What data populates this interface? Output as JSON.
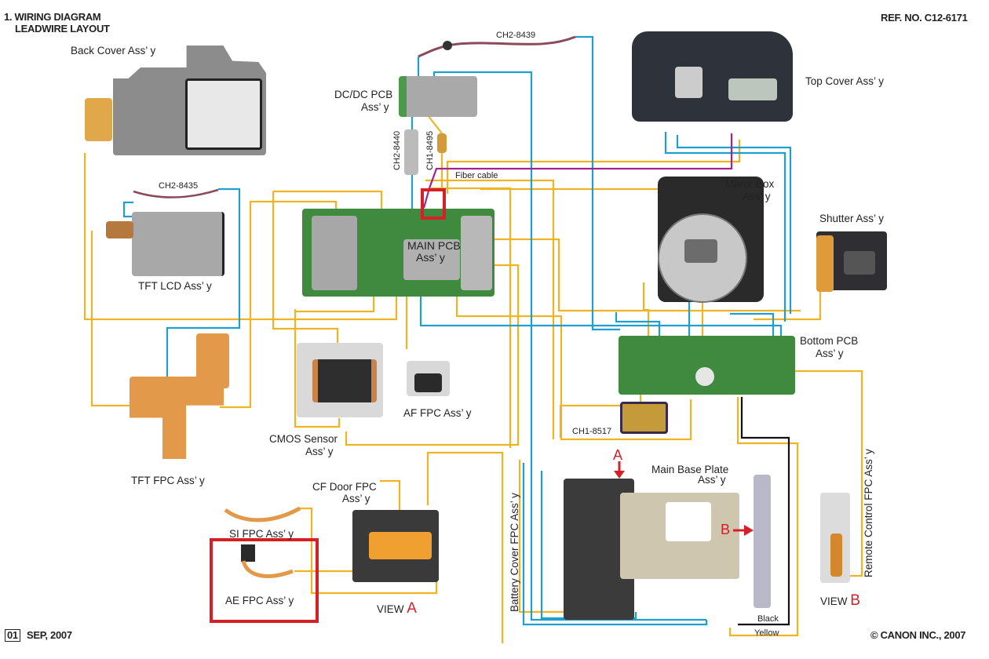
{
  "header": {
    "title_line1": "1. WIRING DIAGRAM",
    "title_line2": "LEADWIRE LAYOUT",
    "ref_no": "REF. NO. C12-6171"
  },
  "footer": {
    "page_number": "01",
    "date": "SEP, 2007",
    "copyright": "© CANON INC., 2007"
  },
  "assemblies": {
    "back_cover": "Back Cover Ass’ y",
    "dcdc_pcb_line1": "DC/DC PCB",
    "dcdc_pcb_line2": "Ass’ y",
    "top_cover": "Top Cover Ass’ y",
    "tft_lcd": "TFT LCD Ass’ y",
    "main_pcb_line1": "MAIN PCB",
    "main_pcb_line2": "Ass’ y",
    "mirror_box_line1": "Mirror Box",
    "mirror_box_line2": "Ass’ y",
    "shutter": "Shutter Ass’ y",
    "bottom_pcb_line1": "Bottom PCB",
    "bottom_pcb_line2": "Ass’ y",
    "tft_fpc": "TFT FPC Ass’ y",
    "cmos_line1": "CMOS Sensor",
    "cmos_line2": "Ass’ y",
    "af_fpc": "AF FPC Ass’ y",
    "cf_door_line1": "CF Door FPC",
    "cf_door_line2": "Ass’ y",
    "si_fpc": "SI FPC Ass’ y",
    "ae_fpc": "AE FPC Ass’ y",
    "main_base_line1": "Main Base Plate",
    "main_base_line2": "Ass’ y",
    "battery_cover_fpc": "Battery Cover FPC Ass’ y",
    "remote_control_fpc": "Remote Control FPC Ass’ y"
  },
  "cables": {
    "ch2_8439": "CH2-8439",
    "ch2_8440": "CH2-8440",
    "ch1_8495": "CH1-8495",
    "ch2_8435": "CH2-8435",
    "ch1_8517": "CH1-8517",
    "fiber": "Fiber cable",
    "black": "Black",
    "yellow": "Yellow"
  },
  "views": {
    "view_word": "VIEW",
    "view_a": "A",
    "view_b": "B",
    "arrow_a": "A",
    "arrow_b": "B"
  },
  "colors": {
    "yellow_wire": "#f0b323",
    "blue_wire": "#1e9fd0",
    "magenta_wire": "#a3238f",
    "black_wire": "#111111",
    "highlight_red": "#d61f26"
  }
}
